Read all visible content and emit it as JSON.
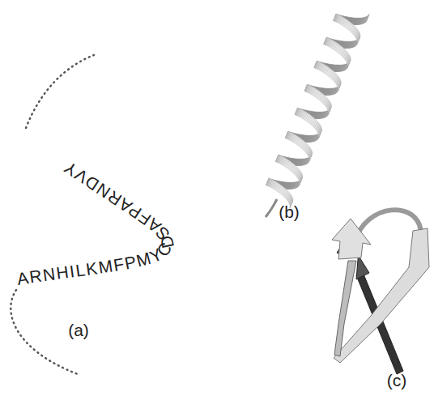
{
  "diagram": {
    "labels": [
      "ARNHILKMFPMYCDSAFPARNDVY",
      "(a)",
      "(b)",
      "(c)"
    ]
  }
}
